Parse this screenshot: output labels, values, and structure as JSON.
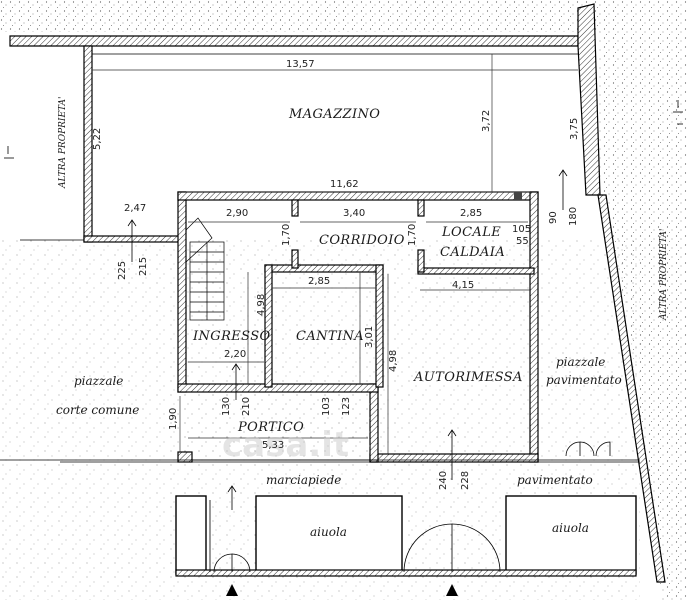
{
  "rooms": {
    "magazzino": "MAGAZZINO",
    "corridoio": "CORRIDOIO",
    "locale": "LOCALE",
    "caldaia": "CALDAIA",
    "ingresso": "INGRESSO",
    "cantina": "CANTINA",
    "autorimessa": "AUTORIMESSA",
    "portico": "PORTICO"
  },
  "labels": {
    "altra_left": "ALTRA PROPRIETA'",
    "altra_right": "ALTRA PROPRIETA'",
    "piazzale": "piazzale",
    "corte_comune": "corte comune",
    "piazzale2": "piazzale",
    "pavimentato": "pavimentato",
    "marciapiede": "marciapiede",
    "pavimentato2": "pavimentato",
    "aiuola1": "aiuola",
    "aiuola2": "aiuola",
    "watermark": "casa.it"
  },
  "dimensions": {
    "d1357": "13,57",
    "d522": "5,22",
    "d372": "3,72",
    "d375": "3,75",
    "d1162": "11,62",
    "d247": "2,47",
    "d225": "225",
    "d215": "215",
    "d290": "2,90",
    "d340": "3,40",
    "d285a": "2,85",
    "d105": "105",
    "d55": "55",
    "d90": "90",
    "d180": "180",
    "d170a": "1,70",
    "d170b": "1,70",
    "d285b": "2,85",
    "d415": "4,15",
    "d498a": "4,98",
    "d301": "3,01",
    "d498b": "4,98",
    "d220": "2,20",
    "d130": "130",
    "d210": "210",
    "d103": "103",
    "d123": "123",
    "d190": "1,90",
    "d533": "5,33",
    "d240": "240",
    "d228": "228"
  }
}
